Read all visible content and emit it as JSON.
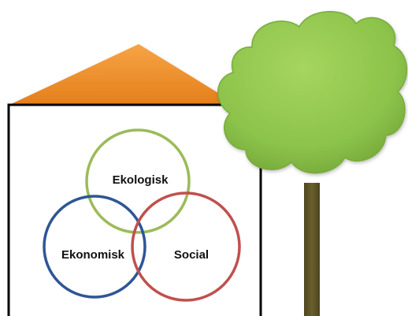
{
  "diagram": {
    "circles": [
      {
        "id": "ekologisk",
        "label": "Ekologisk",
        "color": "#9bbb59"
      },
      {
        "id": "ekonomisk",
        "label": "Ekonomisk",
        "color": "#2f5597"
      },
      {
        "id": "social",
        "label": "Social",
        "color": "#c0504d"
      }
    ]
  },
  "colors": {
    "roof": "#f2912e",
    "roof_dark": "#d8751a",
    "house_outline": "#000000",
    "tree_crown": "#8dc34a",
    "tree_crown_edge": "#6f9e35",
    "tree_trunk": "#5c5226"
  }
}
